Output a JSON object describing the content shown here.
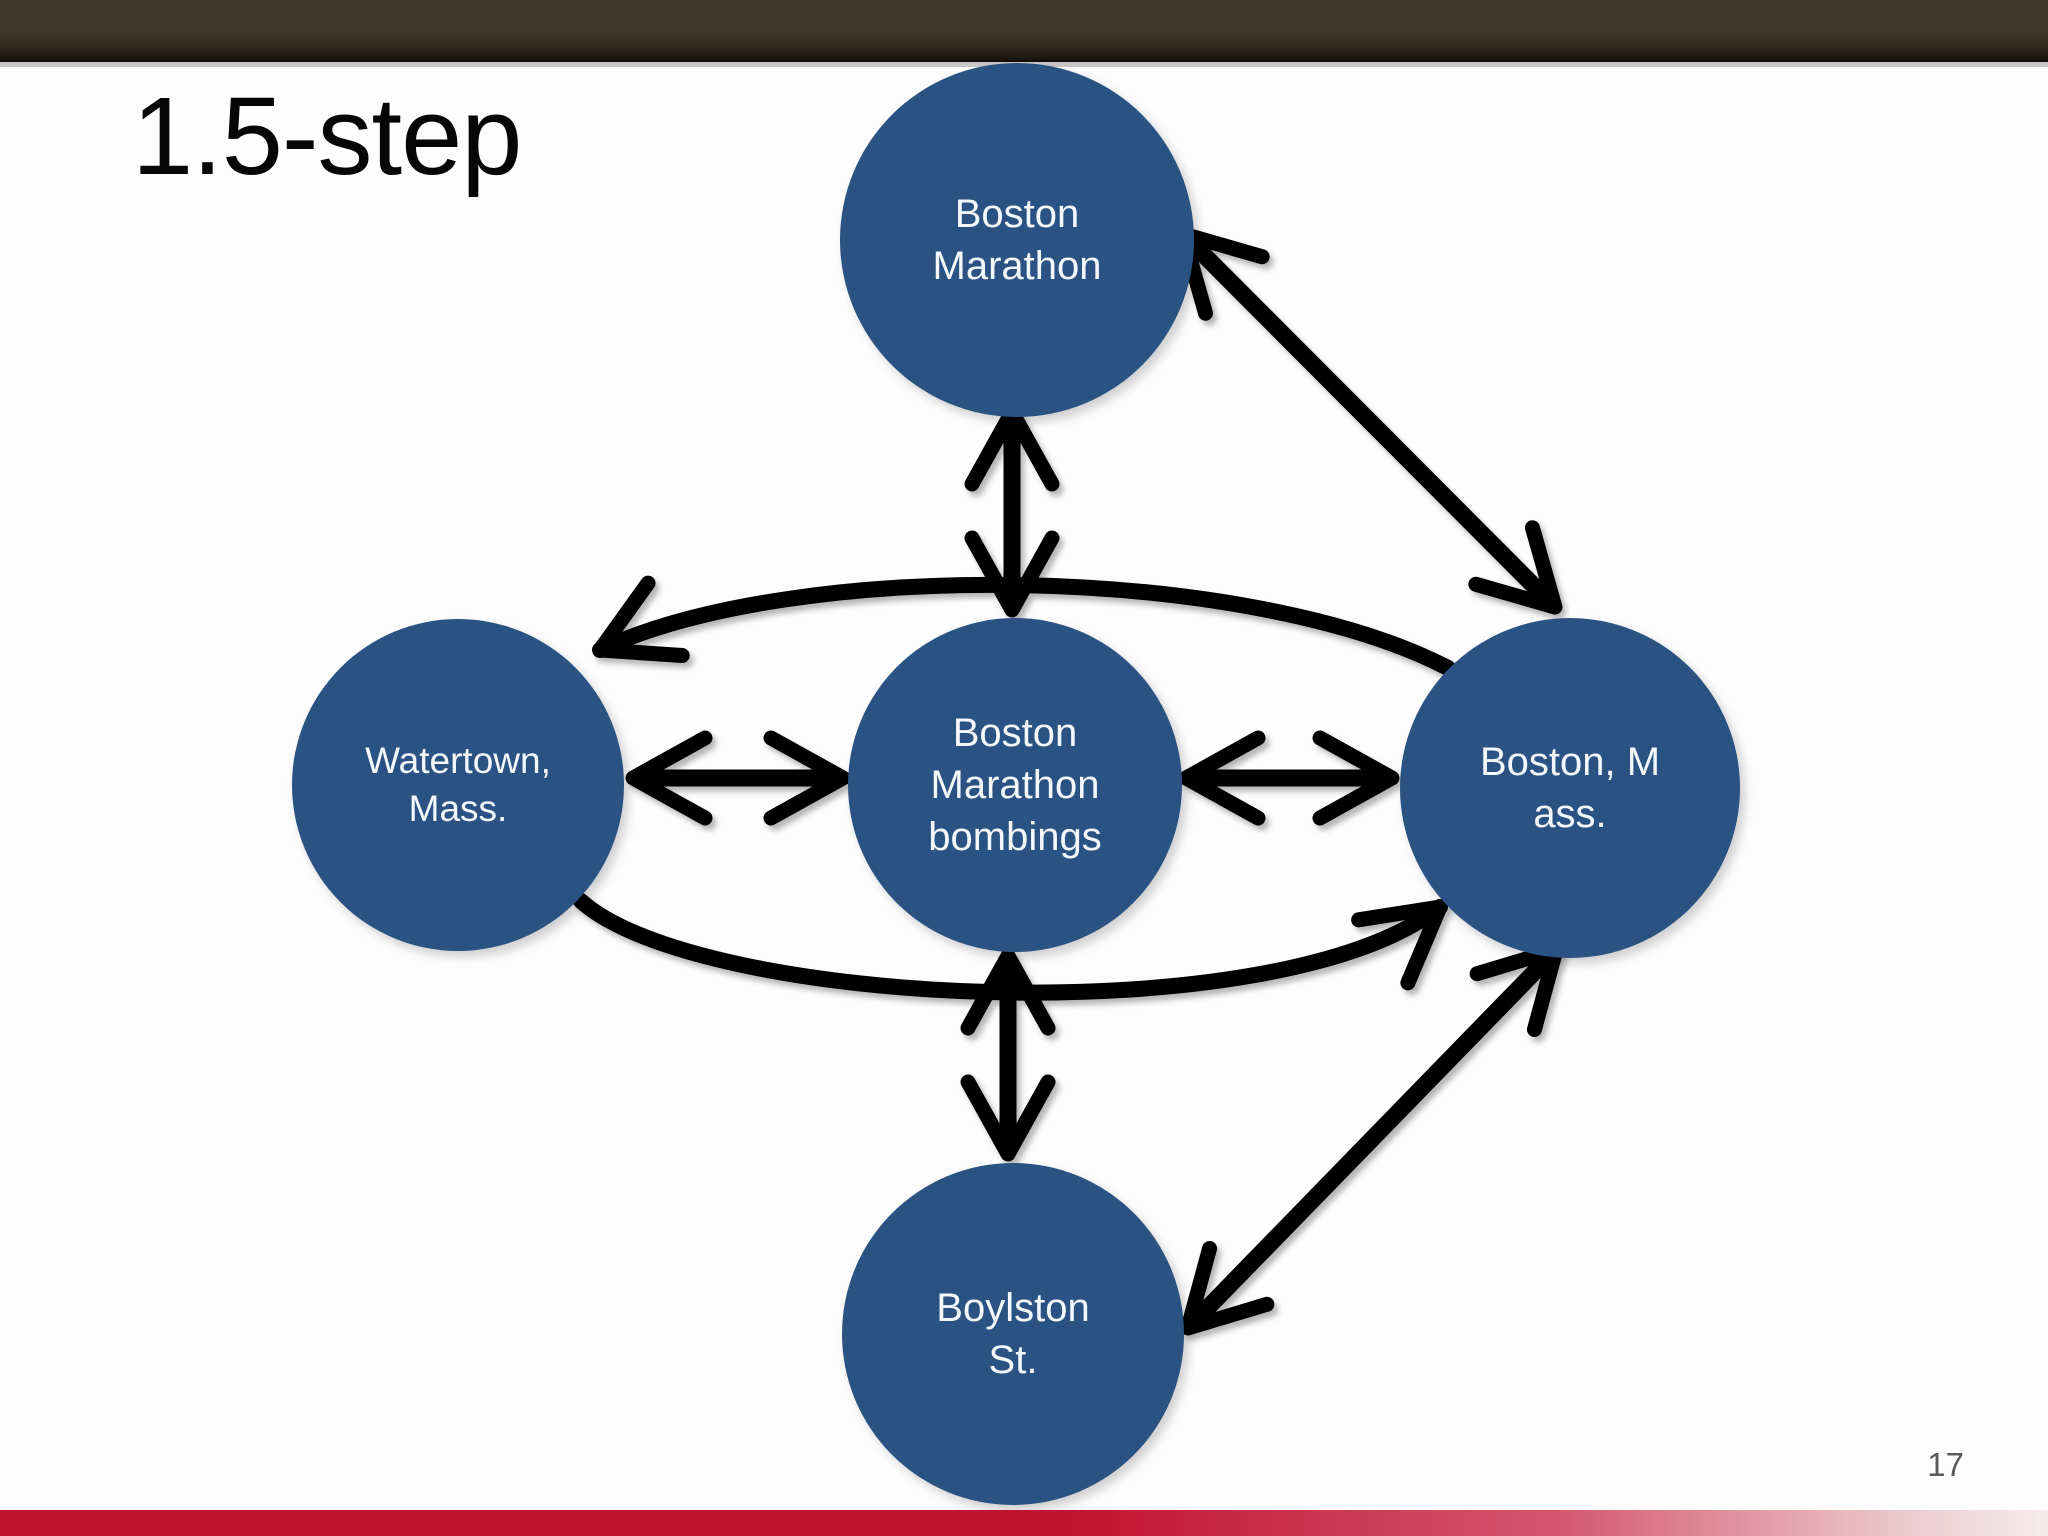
{
  "slide": {
    "title": "1.5-step",
    "page_number": "17"
  },
  "diagram": {
    "nodes": [
      {
        "id": "boston-marathon",
        "lines": [
          "Boston",
          "Marathon"
        ]
      },
      {
        "id": "watertown-mass",
        "lines": [
          "Watertown,",
          "Mass."
        ]
      },
      {
        "id": "boston-marathon-bombings",
        "lines": [
          "Boston",
          "Marathon",
          "bombings"
        ]
      },
      {
        "id": "boston-mass",
        "lines": [
          "Boston, M",
          "ass."
        ]
      },
      {
        "id": "boylston-st",
        "lines": [
          "Boylston",
          "St."
        ]
      }
    ],
    "edges": [
      {
        "from": "boston-marathon",
        "to": "boston-marathon-bombings",
        "style": "double-arrow-straight"
      },
      {
        "from": "watertown-mass",
        "to": "boston-marathon-bombings",
        "style": "double-arrow-straight"
      },
      {
        "from": "boston-marathon-bombings",
        "to": "boston-mass",
        "style": "double-arrow-straight"
      },
      {
        "from": "boston-marathon-bombings",
        "to": "boylston-st",
        "style": "double-arrow-straight"
      },
      {
        "from": "boston-marathon",
        "to": "boston-mass",
        "style": "double-arrow-straight"
      },
      {
        "from": "boylston-st",
        "to": "boston-mass",
        "style": "double-arrow-straight"
      },
      {
        "from": "boston-mass",
        "to": "watertown-mass",
        "style": "single-arrow-curved-top"
      },
      {
        "from": "watertown-mass",
        "to": "boston-mass",
        "style": "single-arrow-curved-bottom"
      }
    ]
  },
  "colors": {
    "node_fill": "#2a5383",
    "node_text": "#f4f7fb",
    "arrow": "#000000",
    "top_bar": "#3d382b",
    "bottom_bar_red": "#c1122f",
    "page_number_gray": "#5a5a5a"
  }
}
